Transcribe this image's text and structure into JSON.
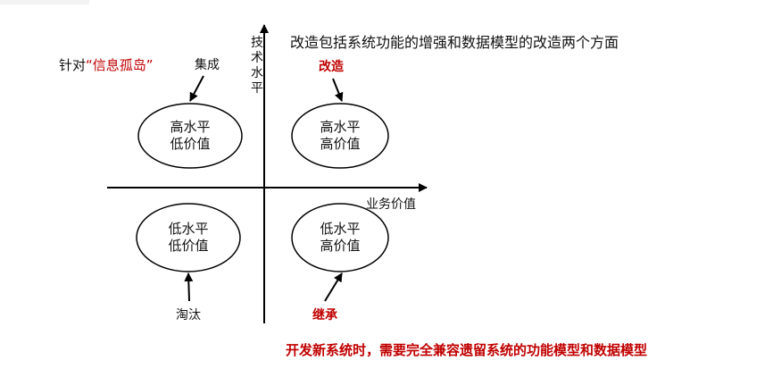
{
  "header": {
    "title": "改造包括系统功能的增强和数据模型的改造两个方面"
  },
  "axes": {
    "y_label": [
      "技",
      "术",
      "水",
      "平"
    ],
    "x_label": "业务价值"
  },
  "quadrants": {
    "top_left": {
      "line1": "高水平",
      "line2": "低价值",
      "action": "集成",
      "note_prefix": "针对",
      "note_quote": "“信息孤岛”"
    },
    "top_right": {
      "line1": "高水平",
      "line2": "高价值",
      "action": "改造"
    },
    "bottom_left": {
      "line1": "低水平",
      "line2": "低价值",
      "action": "淘汰"
    },
    "bottom_right": {
      "line1": "低水平",
      "line2": "高价值",
      "action": "继承"
    }
  },
  "footer": {
    "note": "开发新系统时，需要完全兼容遗留系统的功能模型和数据模型"
  },
  "colors": {
    "accent": "#c00000",
    "line": "#000000"
  }
}
